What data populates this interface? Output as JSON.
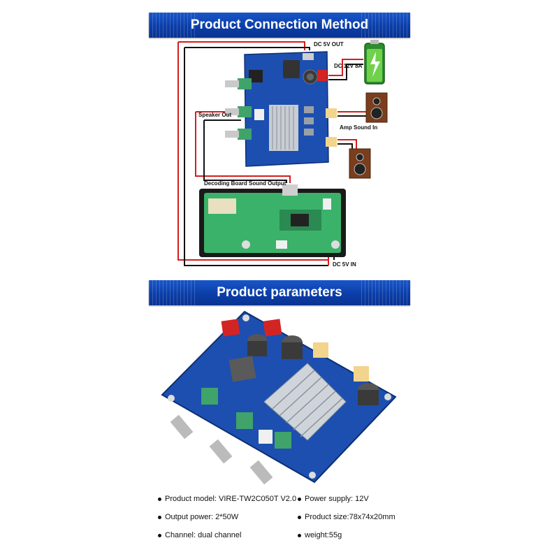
{
  "banners": {
    "connection": "Product Connection Method",
    "parameters": "Product parameters"
  },
  "diagram_labels": {
    "dc5v_out": "DC 5V OUT",
    "dc12v": "DC 12V 8A",
    "speaker_out": "Speaker Out",
    "amp_sound_in": "Amp Sound In",
    "decoding_output": "Decoding Board Sound Output",
    "dc5v_in": "DC 5V IN"
  },
  "specs": [
    {
      "label": "Product model: VIRE-TW2C050T V2.0"
    },
    {
      "label": "Power supply: 12V"
    },
    {
      "label": "Output power: 2*50W"
    },
    {
      "label": "Product size:78x74x20mm"
    },
    {
      "label": "Channel: dual channel"
    },
    {
      "label": "weight:55g"
    }
  ],
  "colors": {
    "banner": "#0b3ea8",
    "pcb": "#1c4fb0",
    "decoder_pcb": "#3bb26a",
    "wire_red": "#d21e1e",
    "wire_black": "#111111"
  }
}
